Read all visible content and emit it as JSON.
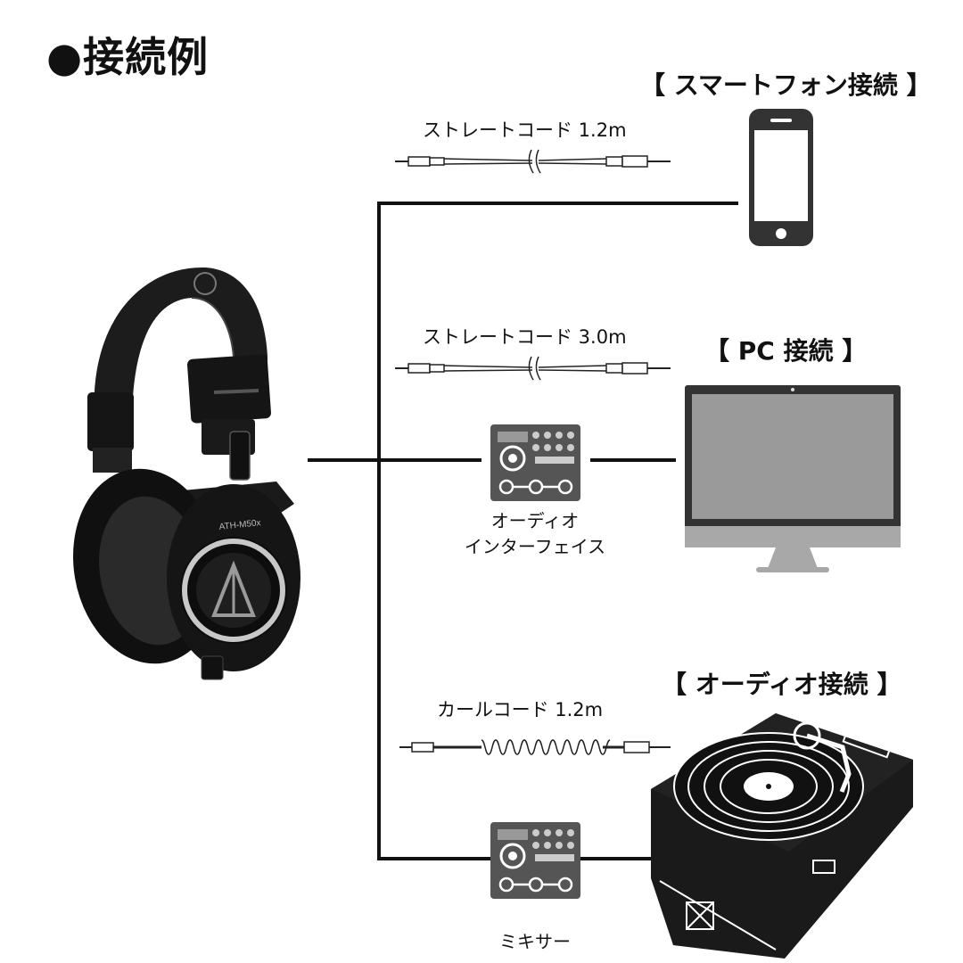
{
  "title": "●接続例",
  "sections": {
    "smartphone": {
      "header": "【 スマートフォン接続 】",
      "cable_label": "ストレートコード 1.2m"
    },
    "pc": {
      "header": "【 PC 接続 】",
      "cable_label": "ストレートコード 3.0m",
      "interface_label_1": "オーディオ",
      "interface_label_2": "インターフェイス"
    },
    "audio": {
      "header": "【 オーディオ接続 】",
      "cable_label": "カールコード 1.2m",
      "mixer_label": "ミキサー"
    }
  },
  "product_model": "ATH-M50x",
  "colors": {
    "line": "#111111",
    "device_gray": "#555555",
    "screen_gray": "#9a9a9a",
    "stand_gray": "#a8a8a8"
  }
}
